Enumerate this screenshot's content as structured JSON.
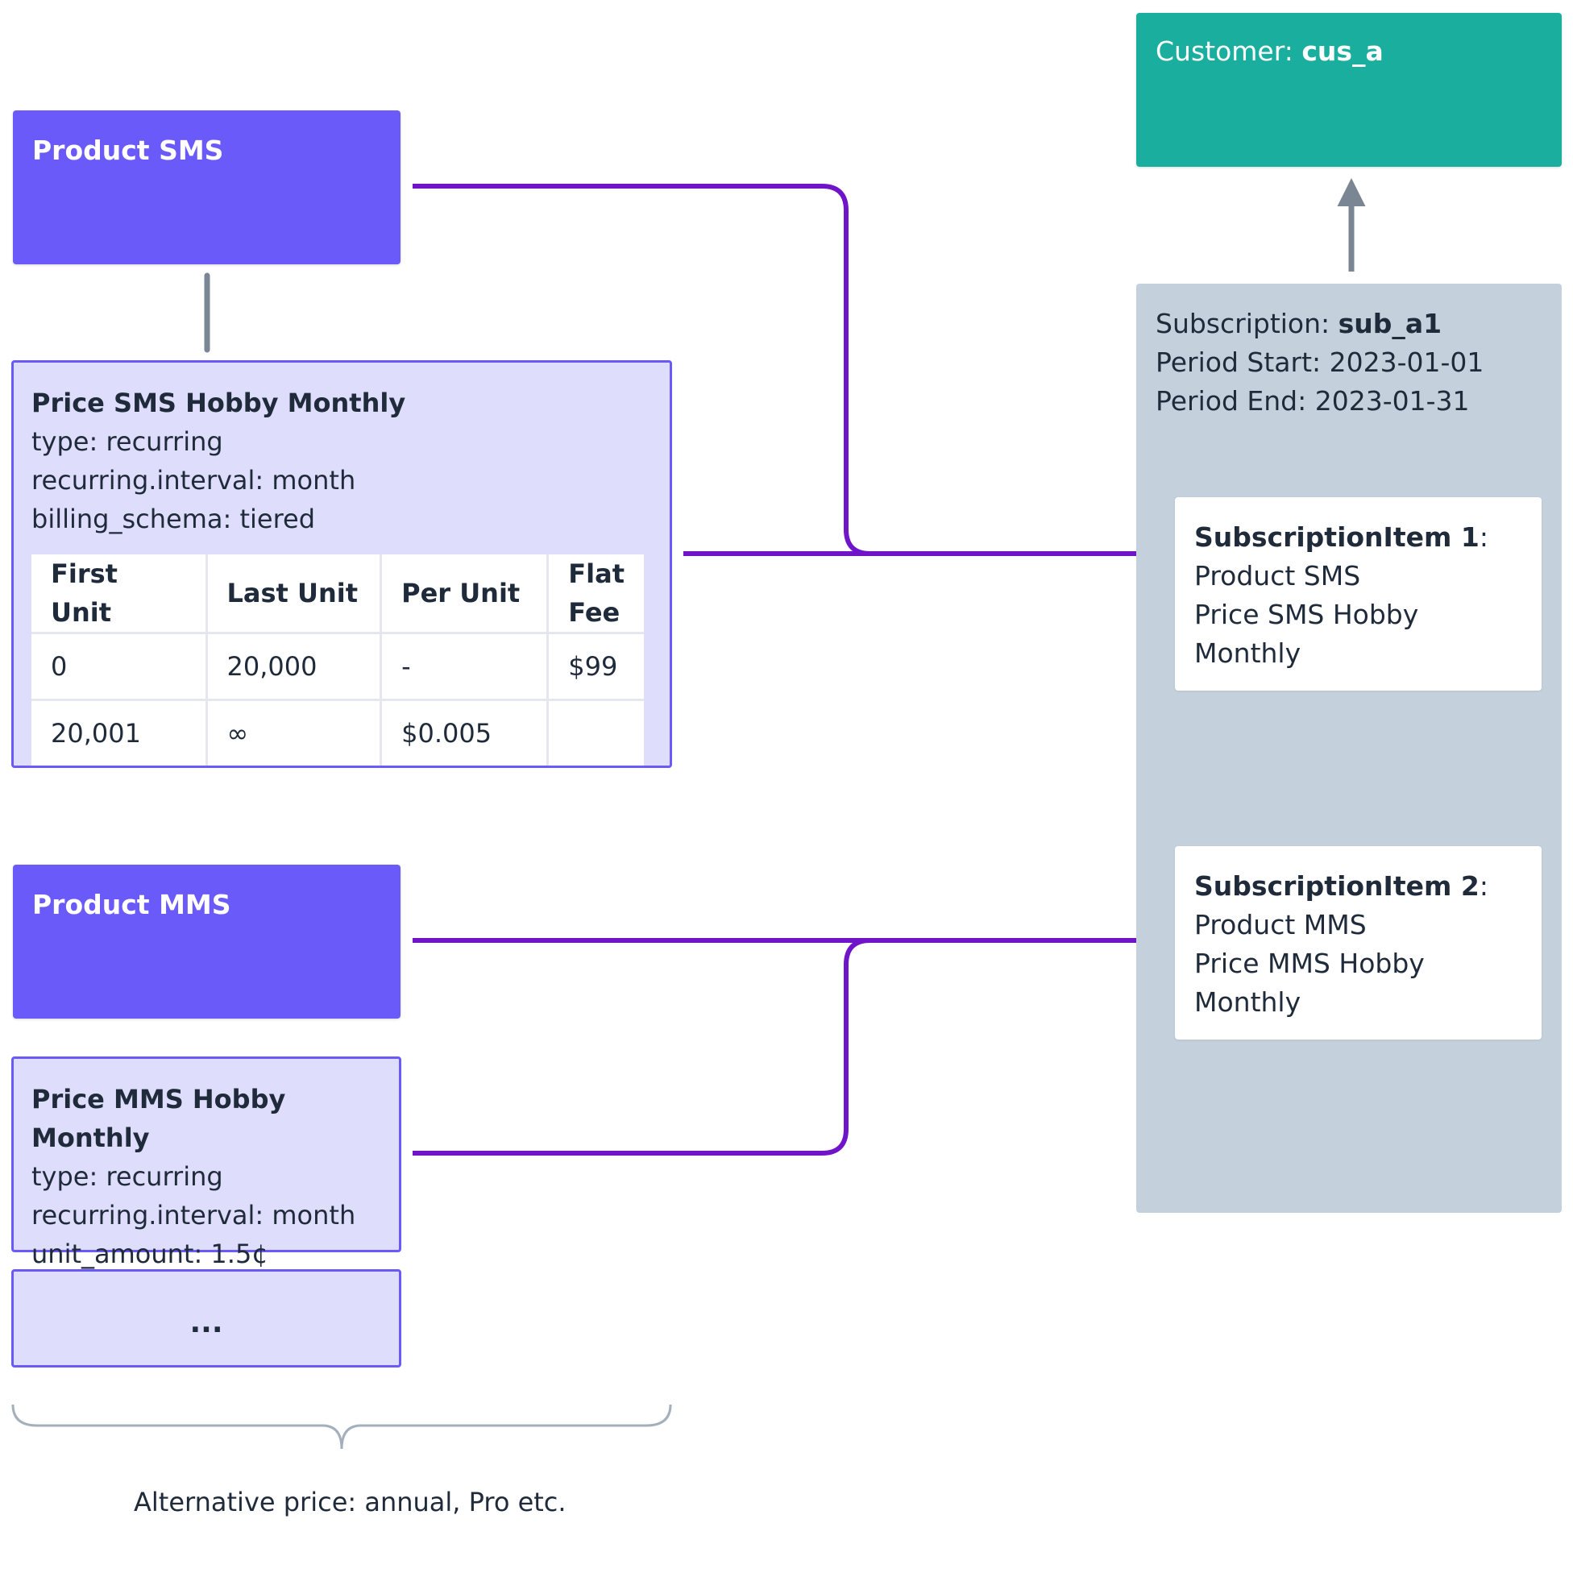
{
  "colors": {
    "product": "#6a5af9",
    "price_fill": "#deddfc",
    "customer": "#1aae9f",
    "subscription": "#c4d1dc",
    "connector": "#7014c9",
    "gray_connector": "#7a8694",
    "text": "#1f2a3a"
  },
  "product_sms": {
    "label": "Product SMS"
  },
  "price_sms": {
    "title": "Price SMS Hobby Monthly",
    "lines": [
      "type: recurring",
      "recurring.interval: month",
      "billing_schema: tiered"
    ],
    "table": {
      "headers": [
        "First Unit",
        "Last Unit",
        "Per Unit",
        "Flat Fee"
      ],
      "rows": [
        [
          "0",
          "20,000",
          "-",
          "$99"
        ],
        [
          "20,001",
          "∞",
          "$0.005",
          ""
        ]
      ]
    }
  },
  "product_mms": {
    "label": "Product MMS"
  },
  "price_mms": {
    "title": "Price MMS Hobby Monthly",
    "lines": [
      "type: recurring",
      "recurring.interval: month",
      "unit_amount: 1.5¢"
    ]
  },
  "more_prices": {
    "label": "..."
  },
  "caption": "Alternative price: annual, Pro etc.",
  "customer": {
    "prefix": "Customer: ",
    "id": "cus_a"
  },
  "subscription": {
    "prefix": "Subscription: ",
    "id": "sub_a1",
    "period_start": "Period Start: 2023-01-01",
    "period_end": "Period End: 2023-01-31"
  },
  "items": [
    {
      "name": "SubscriptionItem 1",
      "suffix": ":",
      "product": "Product SMS",
      "price": "Price SMS Hobby Monthly"
    },
    {
      "name": "SubscriptionItem 2",
      "suffix": ":",
      "product": "Product MMS",
      "price": "Price MMS Hobby Monthly"
    }
  ]
}
